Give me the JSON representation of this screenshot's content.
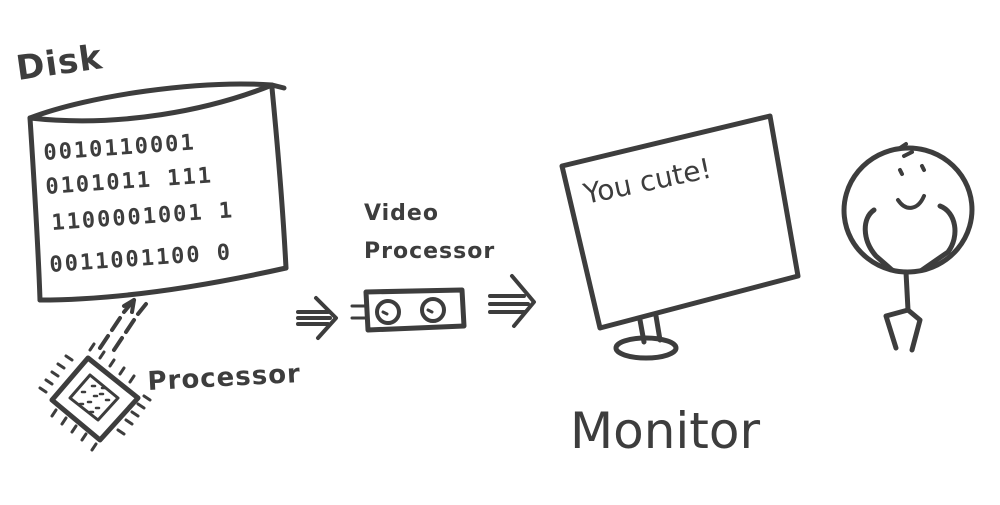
{
  "labels": {
    "disk": "Disk",
    "video_processor_line1": "Video",
    "video_processor_line2": "Processor",
    "processor": "Processor",
    "monitor": "Monitor"
  },
  "disk_bits": [
    "0010110001",
    "0101011 111",
    "1100001001 1",
    "0011001100 0"
  ],
  "screen_text": "You cute!",
  "colors": {
    "ink": "#3d3d3d",
    "background": "#ffffff"
  }
}
